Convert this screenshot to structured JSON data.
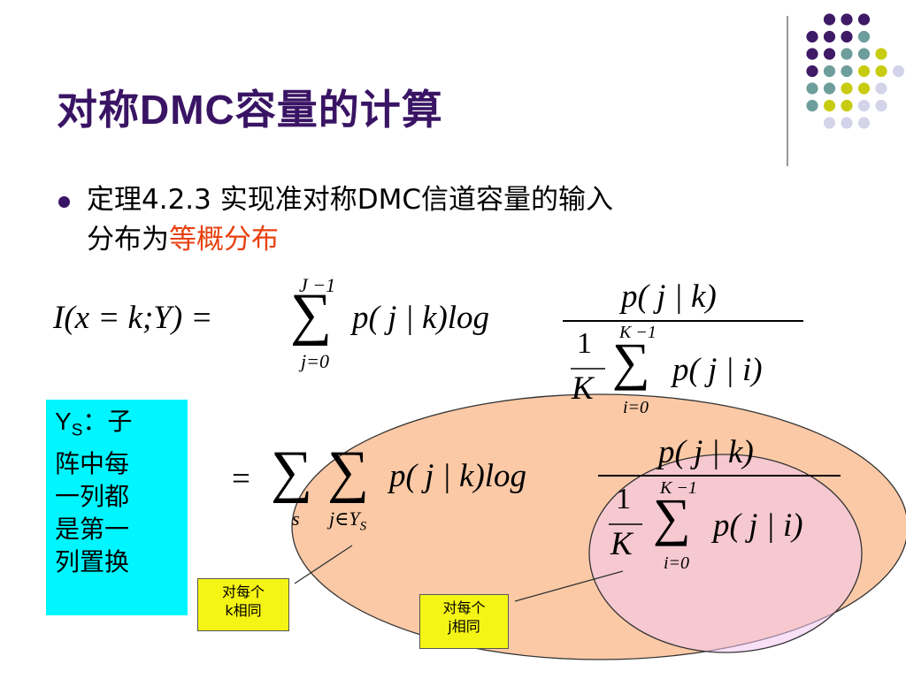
{
  "title": {
    "prefix": "对称",
    "en": "DMC",
    "suffix": "容量的计算"
  },
  "bullet": {
    "line1": "定理4.2.3  实现准对称DMC信道容量的输入",
    "line2_normal": "分布为",
    "line2_highlight": "等概分布"
  },
  "formula1": {
    "lhs": "I(x = k;Y) =",
    "sum_top": "J −1",
    "sum_bottom": "j=0",
    "term": "p( j | k)log",
    "numerator": "p( j | k)",
    "frac_one": "1",
    "frac_K": "K",
    "inner_sum_top": "K −1",
    "inner_sum_bottom": "i=0",
    "inner_term": "p( j | i)"
  },
  "formula2": {
    "eq": "=",
    "sum1_bottom": "s",
    "sum2_bottom": "j∈Y",
    "sum2_sub": "S",
    "term": "p( j | k)log",
    "numerator": "p( j | k)",
    "frac_one": "1",
    "frac_K": "K",
    "inner_sum_top": "K −1",
    "inner_sum_bottom": "i=0",
    "inner_term": "p( j | i)"
  },
  "sidebox": {
    "ys": "Y",
    "ys_sub": "S",
    "colon": "：子",
    "line2": "阵中每",
    "line3": "一列都",
    "line4": "是第一",
    "line5": "列置换"
  },
  "callout_k": {
    "line1": "对每个",
    "line2": "k相同"
  },
  "callout_j": {
    "line1": "对每个",
    "line2": "j相同"
  },
  "colors": {
    "title": "#3a1464",
    "highlight": "#e8400f",
    "sidebox": "#00f6ff",
    "ellipse_large": "#fbc9a6",
    "ellipse_small": "#f2c6f0",
    "callout": "#f5f515",
    "dot_purple": "#3f1a66",
    "dot_teal": "#6e9e9b",
    "dot_yellow": "#c8cc10",
    "dot_lavender": "#d3d3ea"
  }
}
